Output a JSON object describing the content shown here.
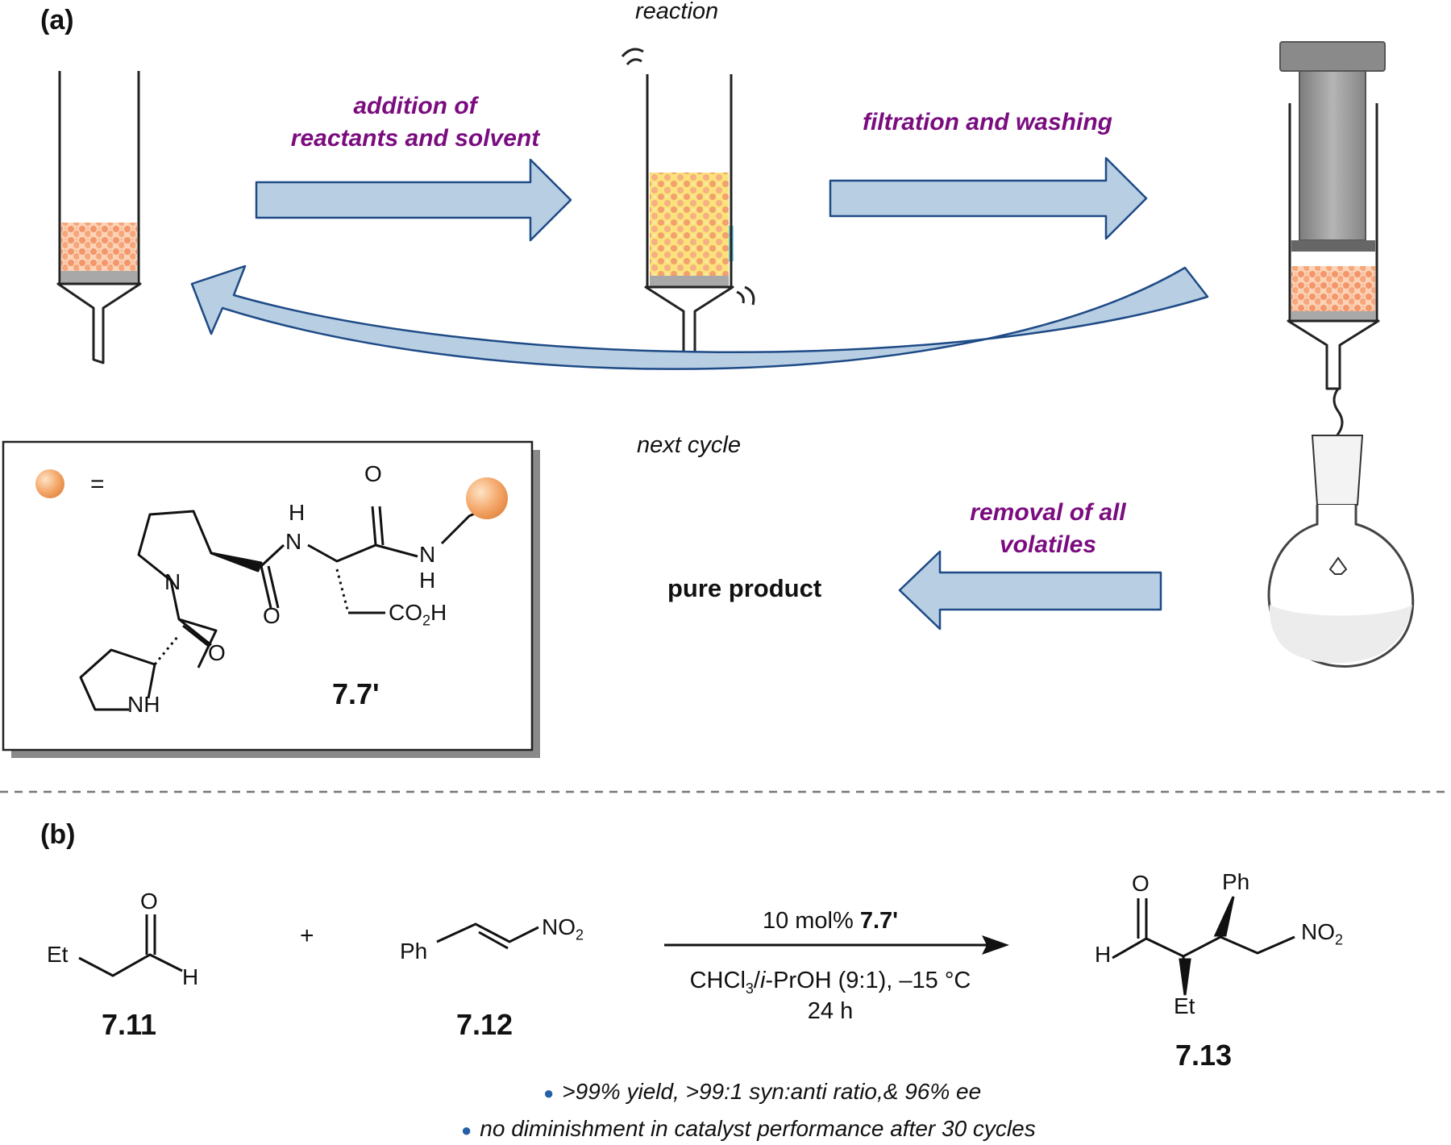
{
  "panel_a": {
    "label": "(a)",
    "steps": {
      "reaction": "reaction",
      "addition_line1": "addition of",
      "addition_line2": "reactants and solvent",
      "filtration": "filtration and washing",
      "next_cycle": "next cycle",
      "removal_line1": "removal of all",
      "removal_line2": "volatiles",
      "pure_product": "pure product"
    },
    "legend": {
      "equals": "=",
      "compound_id": "7.7'",
      "atoms": {
        "H_top": "H",
        "N_amide1": "N",
        "O_top": "O",
        "N_amide2": "N",
        "H_amide2": "H",
        "N_ring": "N",
        "O_mid": "O",
        "CO2H": "CO",
        "CO2H_sub": "2",
        "CO2H_H": "H",
        "O_low": "O",
        "NH": "NH"
      }
    },
    "colors": {
      "arrow_fill": "#b8cfe3",
      "arrow_stroke": "#1e4a86",
      "bead": "#f5a06e",
      "label_purple": "#7a0c7f"
    }
  },
  "panel_b": {
    "label": "(b)",
    "reactant1": {
      "id": "7.11",
      "Et": "Et",
      "O": "O",
      "H": "H"
    },
    "plus": "+",
    "reactant2": {
      "id": "7.12",
      "Ph": "Ph",
      "NO": "NO",
      "sub": "2"
    },
    "conditions": {
      "line1_prefix": "10 mol% ",
      "line1_catalyst": "7.7'",
      "line2_a": "CHCl",
      "line2_sub": "3",
      "line2_b": "/",
      "line2_i": "i",
      "line2_c": "-PrOH (9:1), –15 °C",
      "line3": "24 h"
    },
    "product": {
      "id": "7.13",
      "O": "O",
      "H": "H",
      "Ph": "Ph",
      "NO": "NO",
      "sub": "2",
      "Et": "Et"
    },
    "notes": [
      ">99% yield, >99:1 syn:anti ratio,& 96% ee",
      "no diminishment in catalyst performance after 30 cycles"
    ]
  }
}
